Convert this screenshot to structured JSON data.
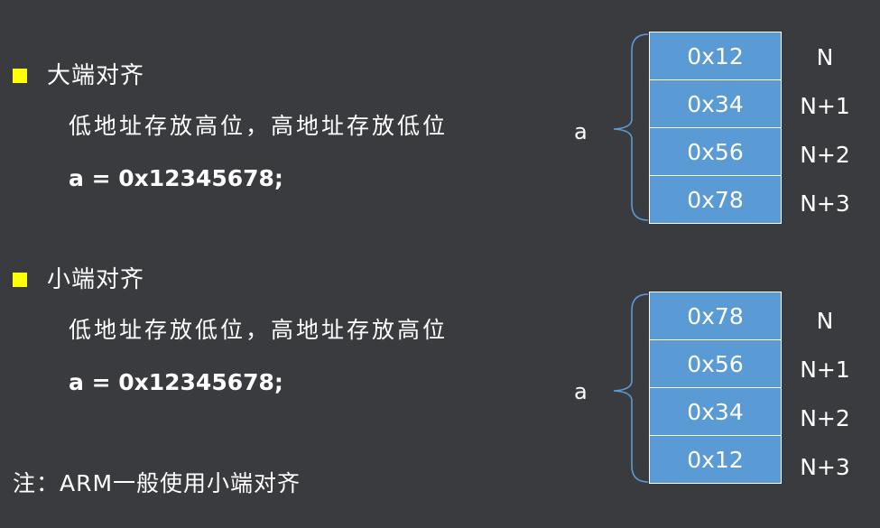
{
  "big_endian": {
    "heading": "大端对齐",
    "description": "低地址存放高位，高地址存放低位",
    "code": "a = 0x12345678;",
    "var_label": "a",
    "cells": [
      "0x12",
      "0x34",
      "0x56",
      "0x78"
    ],
    "addresses": [
      "N",
      "N+1",
      "N+2",
      "N+3"
    ]
  },
  "little_endian": {
    "heading": "小端对齐",
    "description": "低地址存放低位，高地址存放高位",
    "code": "a = 0x12345678;",
    "var_label": "a",
    "cells": [
      "0x78",
      "0x56",
      "0x34",
      "0x12"
    ],
    "addresses": [
      "N",
      "N+1",
      "N+2",
      "N+3"
    ]
  },
  "note": "注：ARM一般使用小端对齐",
  "colors": {
    "background": "#3a3b3e",
    "bullet": "#ffff00",
    "cell_fill": "#5b9bd5",
    "brace": "#5b9bd5"
  }
}
